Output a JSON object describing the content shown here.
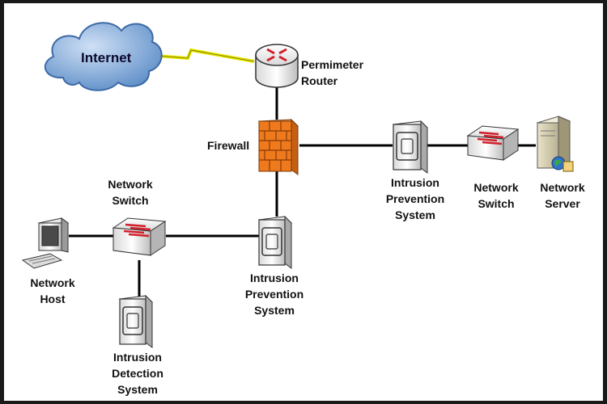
{
  "colors": {
    "frame": "#1a1a1a",
    "background": "#ffffff",
    "link_line": "#000000",
    "wireless_link": "#e6e600",
    "firewall_brick": "#ef7a1e",
    "cloud": "#8fb6e3",
    "switch_arrows": "#d0202a"
  },
  "nodes": {
    "internet": {
      "label": "Internet",
      "icon": "cloud-icon"
    },
    "router": {
      "label_lines": [
        "Permimeter",
        "Router"
      ],
      "icon": "router-icon"
    },
    "firewall": {
      "label": "Firewall",
      "icon": "firewall-icon"
    },
    "ips_right": {
      "label_lines": [
        "Intrusion",
        "Prevention",
        "System"
      ],
      "icon": "ips-appliance-icon"
    },
    "switch_right": {
      "label_lines": [
        "Network",
        "Switch"
      ],
      "icon": "switch-icon"
    },
    "server": {
      "label_lines": [
        "Network",
        "Server"
      ],
      "icon": "server-icon"
    },
    "switch_left": {
      "label_lines": [
        "Network",
        "Switch"
      ],
      "icon": "switch-icon"
    },
    "ips_center": {
      "label_lines": [
        "Intrusion",
        "Prevention",
        "System"
      ],
      "icon": "ips-appliance-icon"
    },
    "host": {
      "label_lines": [
        "Network",
        "Host"
      ],
      "icon": "workstation-icon"
    },
    "ids": {
      "label_lines": [
        "Intrusion",
        "Detection",
        "System"
      ],
      "icon": "ids-appliance-icon"
    }
  }
}
